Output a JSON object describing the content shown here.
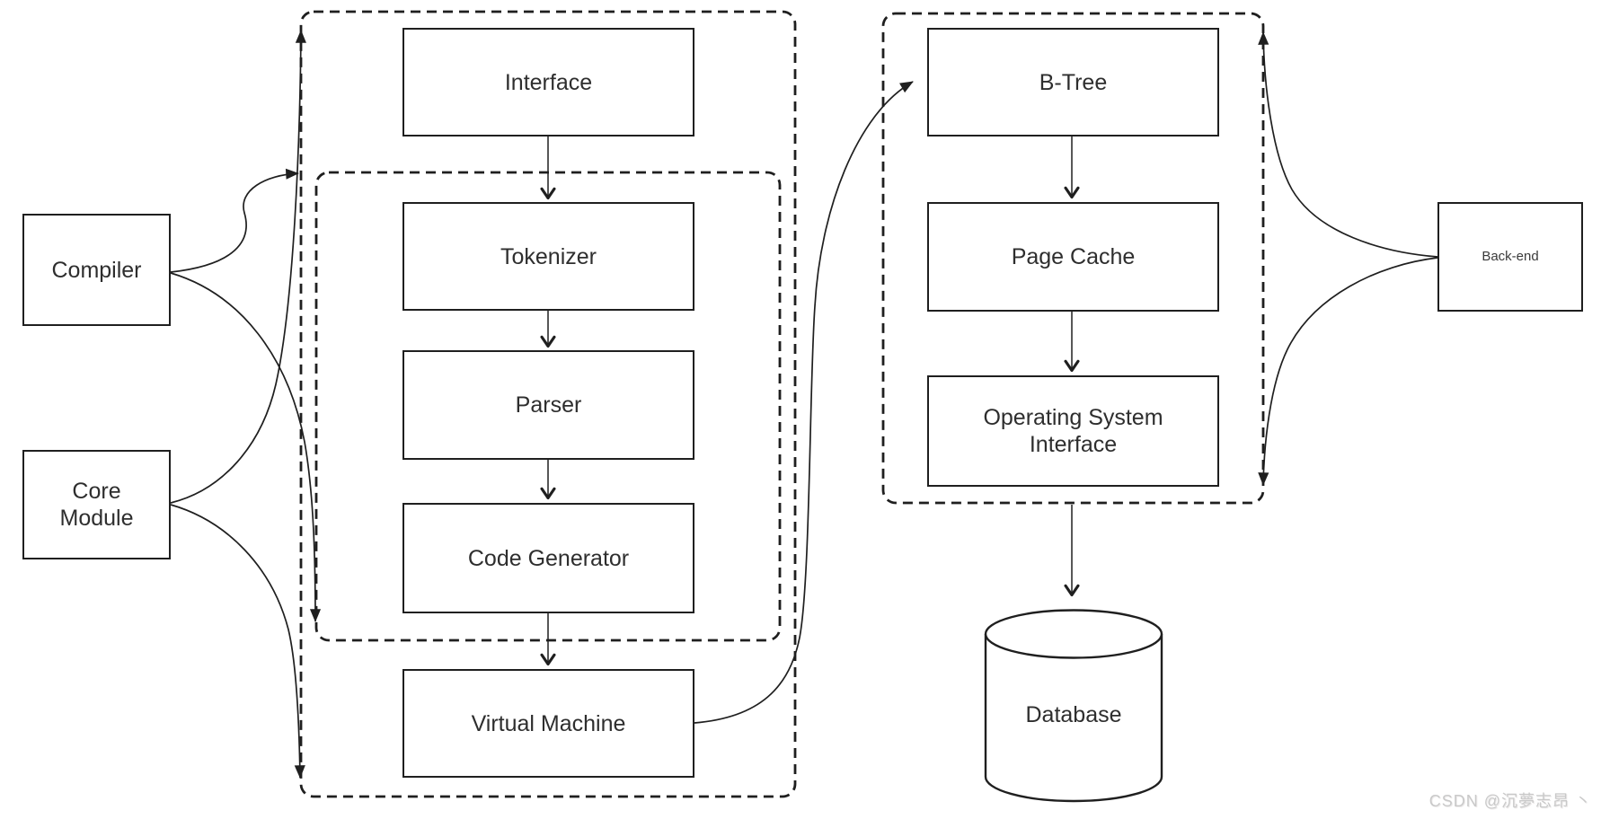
{
  "diagram": {
    "nodes": {
      "compiler": {
        "label": "Compiler"
      },
      "core_module": {
        "label": "Core Module"
      },
      "interface": {
        "label": "Interface"
      },
      "tokenizer": {
        "label": "Tokenizer"
      },
      "parser": {
        "label": "Parser"
      },
      "code_generator": {
        "label": "Code Generator"
      },
      "virtual_machine": {
        "label": "Virtual Machine"
      },
      "btree": {
        "label": "B-Tree"
      },
      "page_cache": {
        "label": "Page Cache"
      },
      "os_interface": {
        "label": "Operating System Interface"
      },
      "backend": {
        "label": "Back-end"
      },
      "database": {
        "label": "Database"
      }
    },
    "groups": {
      "outer_dashed": {
        "description": "outer dashed boundary around Interface..Virtual Machine"
      },
      "inner_dashed": {
        "description": "inner dashed boundary around Tokenizer, Parser, Code Generator"
      },
      "right_dashed": {
        "description": "dashed boundary around B-Tree, Page Cache, Operating System Interface"
      }
    },
    "edges": [
      {
        "from": "interface",
        "to": "tokenizer"
      },
      {
        "from": "tokenizer",
        "to": "parser"
      },
      {
        "from": "parser",
        "to": "code_generator"
      },
      {
        "from": "code_generator",
        "to": "virtual_machine"
      },
      {
        "from": "virtual_machine",
        "to": "btree"
      },
      {
        "from": "btree",
        "to": "page_cache"
      },
      {
        "from": "page_cache",
        "to": "os_interface"
      },
      {
        "from": "os_interface",
        "to": "database"
      },
      {
        "from": "compiler",
        "to": "inner_dashed (top-left and bottom-left corners)"
      },
      {
        "from": "core_module",
        "to": "outer_dashed (top-left and bottom-left corners)"
      },
      {
        "from": "backend",
        "to": "right_dashed (top-right and bottom-right corners)"
      }
    ],
    "watermark": "CSDN @沉夢志昂 丶",
    "colors": {
      "line": "#1f1f1f",
      "text": "#2e2e2e",
      "background": "#ffffff",
      "watermark": "#c9c9c9"
    }
  }
}
